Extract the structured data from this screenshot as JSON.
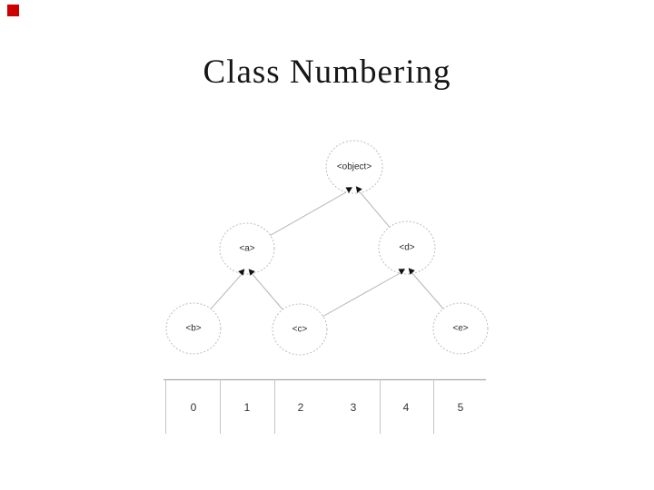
{
  "slide": {
    "title": "Class Numbering",
    "background_color": "#ffffff"
  },
  "decor": {
    "corner_marker_color": "#cc0000"
  },
  "diagram": {
    "type": "class-hierarchy-dag",
    "line_color": "#b6b6b6",
    "node_stroke_color": "#bdbdbd",
    "arrow_color": "#111111",
    "nodes": [
      {
        "id": "object",
        "label": "<object>"
      },
      {
        "id": "a",
        "label": "<a>"
      },
      {
        "id": "d",
        "label": "<d>"
      },
      {
        "id": "b",
        "label": "<b>"
      },
      {
        "id": "c",
        "label": "<c>"
      },
      {
        "id": "e",
        "label": "<e>"
      }
    ],
    "edges": [
      {
        "from": "a",
        "to": "object"
      },
      {
        "from": "d",
        "to": "object"
      },
      {
        "from": "b",
        "to": "a"
      },
      {
        "from": "c",
        "to": "a"
      },
      {
        "from": "c",
        "to": "d"
      },
      {
        "from": "e",
        "to": "d"
      }
    ]
  },
  "number_line": {
    "cells": [
      "0",
      "1",
      "2",
      "3",
      "4",
      "5"
    ]
  }
}
